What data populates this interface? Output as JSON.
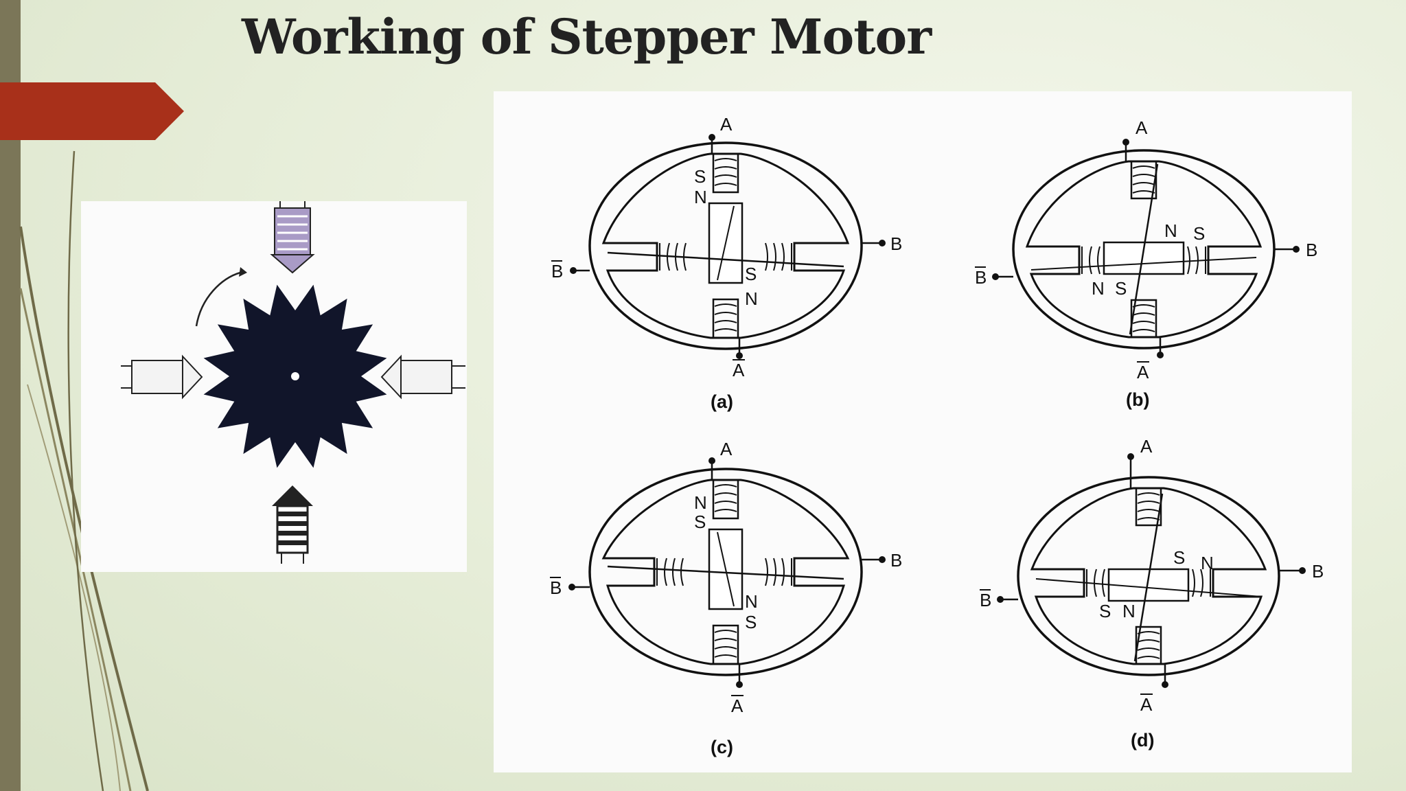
{
  "slide": {
    "title": "Working of Stepper Motor"
  },
  "colors": {
    "accent_arrow": "#a8301a",
    "side_bar": "#7b7658",
    "swoosh": "#6f6a48"
  },
  "rotor_figure": {
    "icons": [
      "stator-magnet-top-icon",
      "stator-magnet-left-icon",
      "stator-magnet-right-icon",
      "stator-magnet-bottom-icon",
      "rotor-gear-icon",
      "rotation-arrow-icon"
    ]
  },
  "motor_diagrams": [
    {
      "caption": "(a)",
      "terminals": {
        "top": "A",
        "left": "B",
        "right": "B",
        "bottom": "A"
      },
      "poles": {
        "top_coil": "S",
        "rotor_top": "N",
        "rotor_bottom": "S",
        "bottom_coil": "N"
      }
    },
    {
      "caption": "(b)",
      "terminals": {
        "top": "A",
        "left": "B",
        "right": "B",
        "bottom": "A"
      },
      "poles": {
        "rotor_right": "N",
        "right_coil": "S",
        "left_coil": "N",
        "rotor_left": "S"
      }
    },
    {
      "caption": "(c)",
      "terminals": {
        "top": "A",
        "left": "B",
        "right": "B",
        "bottom": "A"
      },
      "poles": {
        "top_coil": "N",
        "rotor_top": "S",
        "rotor_bottom": "N",
        "bottom_coil": "S"
      }
    },
    {
      "caption": "(d)",
      "terminals": {
        "top": "A",
        "left": "B",
        "right": "B",
        "bottom": "A"
      },
      "poles": {
        "rotor_right": "S",
        "right_coil": "N",
        "left_coil": "S",
        "rotor_left": "N"
      }
    }
  ]
}
